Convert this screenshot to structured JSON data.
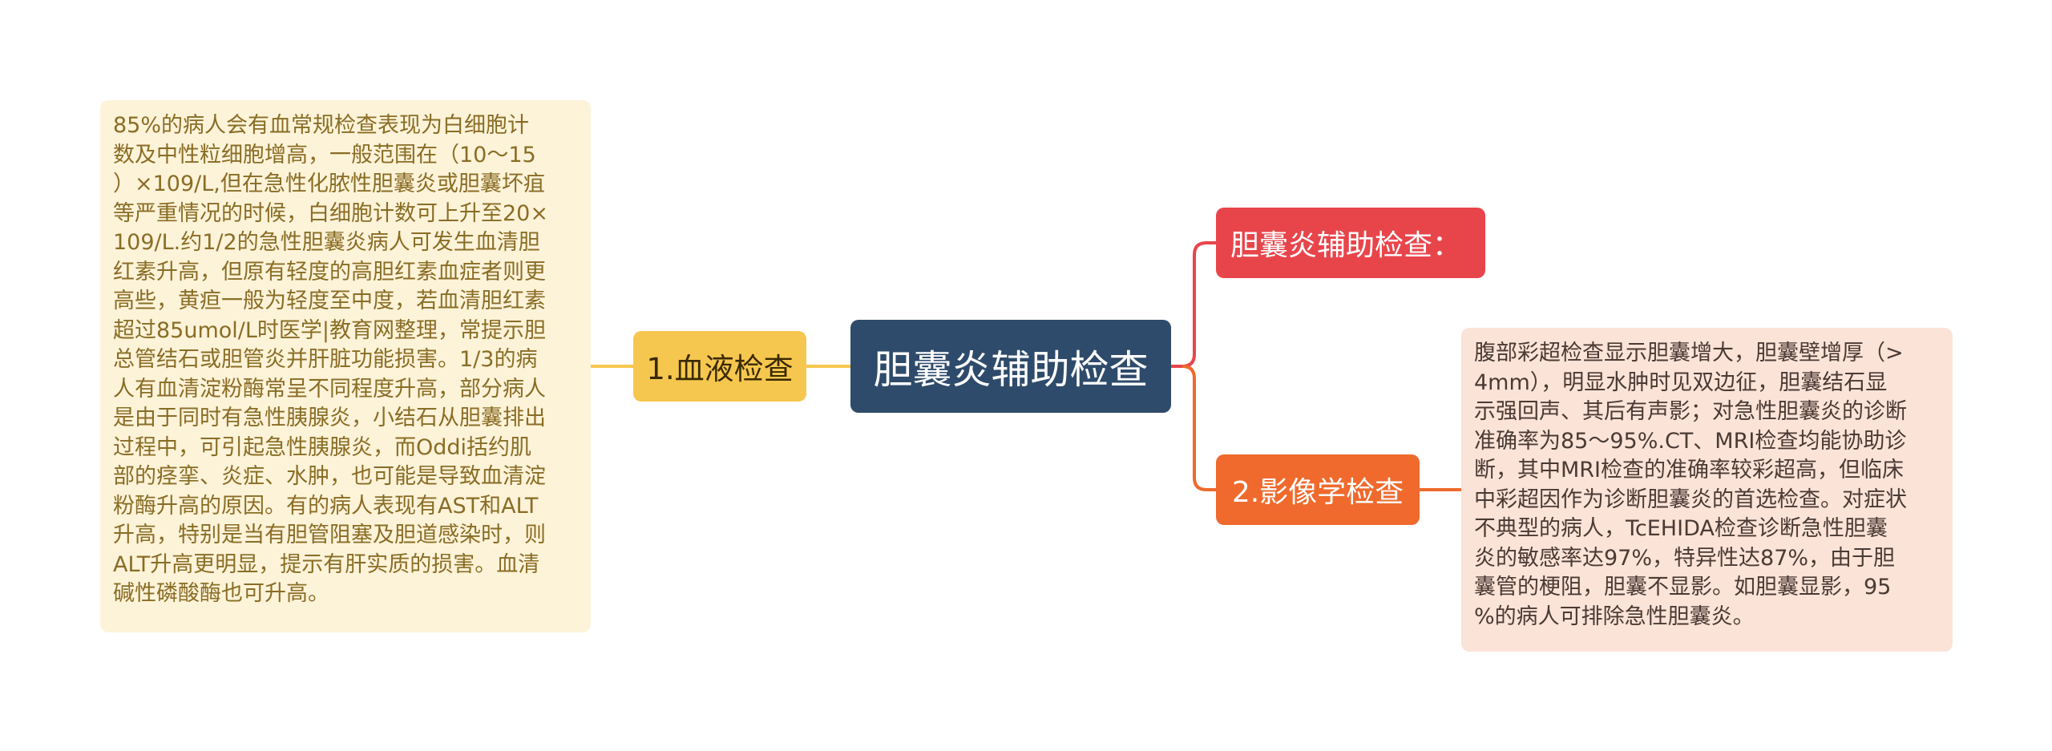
{
  "colors": {
    "center": "#2f4b6b",
    "blood_branch": "#f6c74f",
    "title_branch": "#e8454b",
    "imaging_branch": "#ef6a2c",
    "left_note_bg": "#fdf3d9",
    "right_note_bg": "#fbe3d8"
  },
  "center": {
    "label": "胆囊炎辅助检查"
  },
  "branches": {
    "title": {
      "label": "胆囊炎辅助检查："
    },
    "blood": {
      "label": "1.血液检查"
    },
    "imaging": {
      "label": "2.影像学检查"
    }
  },
  "notes": {
    "blood_lines": [
      "85%的病人会有血常规检查表现为白细胞计",
      "数及中性粒细胞增高，一般范围在（10～15",
      "）×109/L,但在急性化脓性胆囊炎或胆囊坏疽",
      "等严重情况的时候，白细胞计数可上升至20×",
      "109/L.约1/2的急性胆囊炎病人可发生血清胆",
      "红素升高，但原有轻度的高胆红素血症者则更",
      "高些，黄疸一般为轻度至中度，若血清胆红素",
      "超过85umol/L时医学|教育网整理，常提示胆",
      "总管结石或胆管炎并肝脏功能损害。1/3的病",
      "人有血清淀粉酶常呈不同程度升高，部分病人",
      "是由于同时有急性胰腺炎，小结石从胆囊排出",
      "过程中，可引起急性胰腺炎，而Oddi括约肌",
      "部的痉挛、炎症、水肿，也可能是导致血清淀",
      "粉酶升高的原因。有的病人表现有AST和ALT",
      "升高，特别是当有胆管阻塞及胆道感染时，则",
      "ALT升高更明显，提示有肝实质的损害。血清",
      "碱性磷酸酶也可升高。"
    ],
    "imaging_lines": [
      "腹部彩超检查显示胆囊增大，胆囊壁增厚（>",
      "4mm），明显水肿时见双边征，胆囊结石显",
      "示强回声、其后有声影；对急性胆囊炎的诊断",
      "准确率为85～95%.CT、MRI检查均能协助诊",
      "断，其中MRI检查的准确率较彩超高，但临床",
      "中彩超因作为诊断胆囊炎的首选检查。对症状",
      "不典型的病人，TcEHIDA检查诊断急性胆囊",
      "炎的敏感率达97%，特异性达87%，由于胆",
      "囊管的梗阻，胆囊不显影。如胆囊显影，95",
      "%的病人可排除急性胆囊炎。"
    ]
  }
}
